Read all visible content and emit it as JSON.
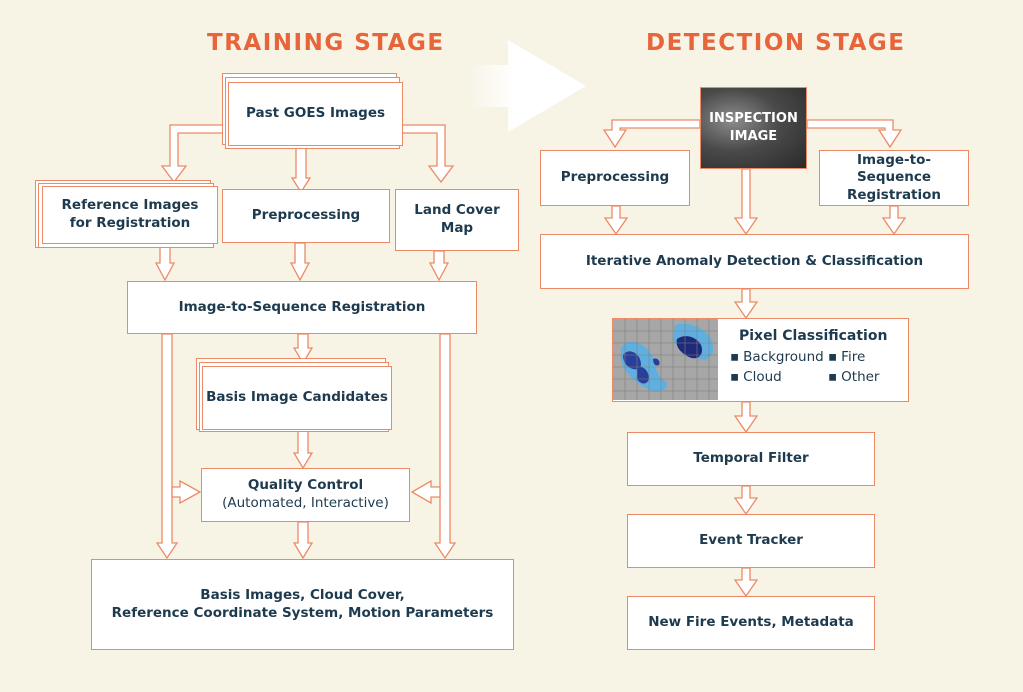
{
  "training": {
    "title": "TRAINING STAGE",
    "past_goes": "Past GOES Images",
    "reference_l1": "Reference Images",
    "reference_l2": "for Registration",
    "preprocessing": "Preprocessing",
    "land_cover": "Land Cover Map",
    "registration": "Image-to-Sequence Registration",
    "basis_candidates": "Basis Image Candidates",
    "qc_l1": "Quality Control",
    "qc_l2": "(Automated, Interactive)",
    "output_l1": "Basis Images, Cloud Cover,",
    "output_l2": "Reference Coordinate System, Motion Parameters"
  },
  "detection": {
    "title": "DETECTION STAGE",
    "inspection_l1": "INSPECTION",
    "inspection_l2": "IMAGE",
    "preprocessing": "Preprocessing",
    "registration_l1": "Image-to-Sequence",
    "registration_l2": "Registration",
    "anomaly": "Iterative Anomaly Detection & Classification",
    "pixel_title": "Pixel Classification",
    "pixel_classes": [
      "Background",
      "Fire",
      "Cloud",
      "Other"
    ],
    "temporal": "Temporal Filter",
    "tracker": "Event Tracker",
    "output": "New Fire Events, Metadata"
  },
  "colors": {
    "accent": "#e8643a",
    "box_border": "#ec8a67",
    "text": "#1d3a4e",
    "background": "#f7f4e6"
  }
}
